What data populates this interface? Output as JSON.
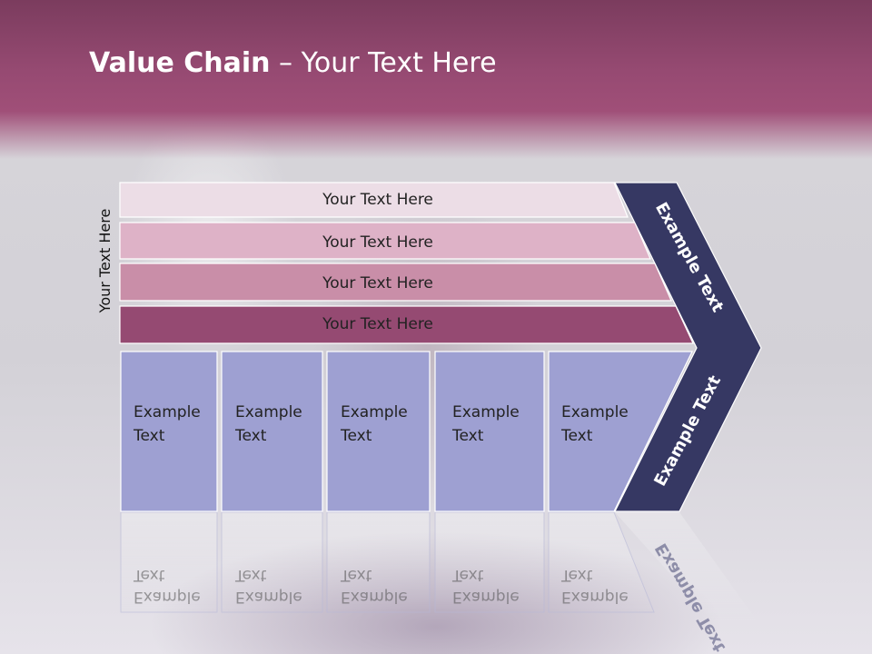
{
  "slide": {
    "title_bold": "Value Chain",
    "title_rest": " – Your Text Here",
    "side_label": "Your Text Here"
  },
  "bands": [
    {
      "label": "Your Text Here",
      "color": "#ecdde6"
    },
    {
      "label": "Your Text Here",
      "color": "#deb2c7"
    },
    {
      "label": "Your Text Here",
      "color": "#c98ea8"
    },
    {
      "label": "Your Text Here",
      "color": "#954a72"
    }
  ],
  "columns": [
    {
      "line1": "Example",
      "line2": "Text"
    },
    {
      "line1": "Example",
      "line2": "Text"
    },
    {
      "line1": "Example",
      "line2": "Text"
    },
    {
      "line1": "Example",
      "line2": "Text"
    },
    {
      "line1": "Example",
      "line2": "Text"
    }
  ],
  "chevron": {
    "upper_label": "Example Text",
    "lower_label": "Example Text",
    "color": "#363863"
  },
  "colors": {
    "title_bar": "#964a72",
    "column_fill": "#9ea0d2"
  }
}
